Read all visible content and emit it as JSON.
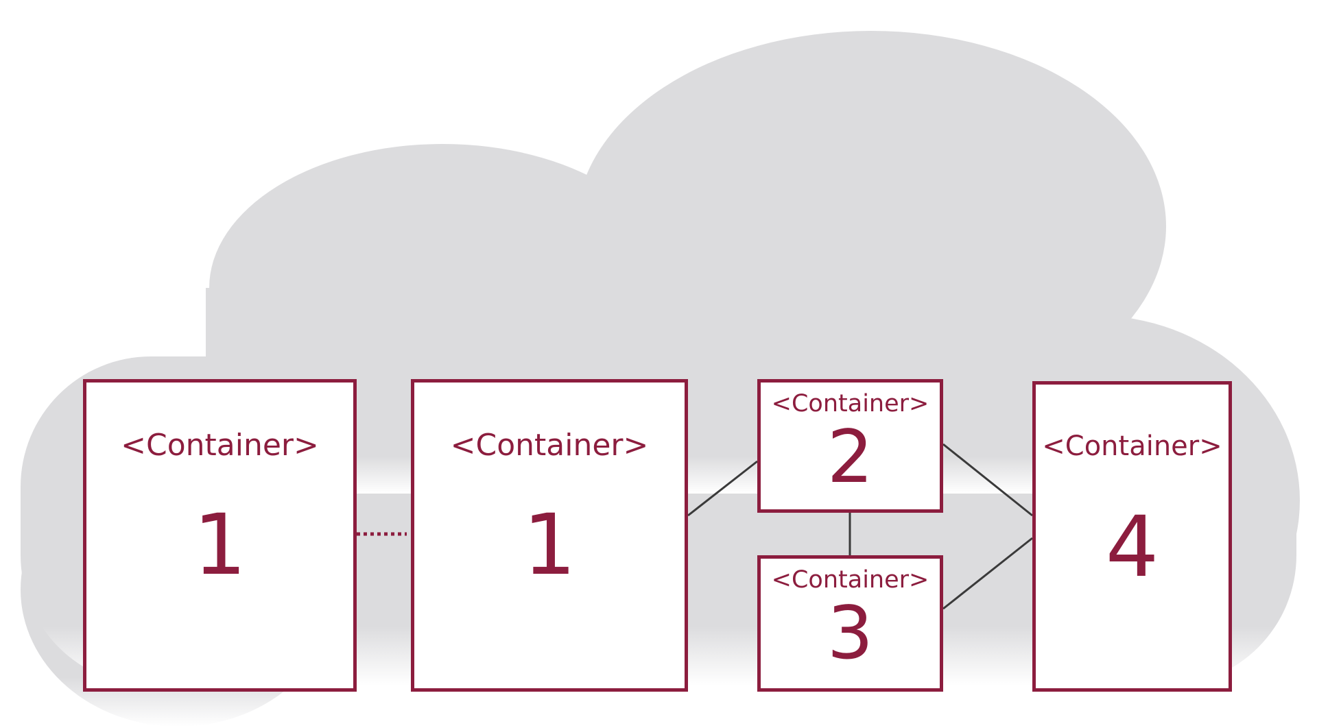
{
  "colors": {
    "accent": "#8c1d3e",
    "cloud": "#dcdcde",
    "line": "#3a3a3a"
  },
  "containers": [
    {
      "label": "<Container>",
      "number": "1"
    },
    {
      "label": "<Container>",
      "number": "1"
    },
    {
      "label": "<Container>",
      "number": "2"
    },
    {
      "label": "<Container>",
      "number": "3"
    },
    {
      "label": "<Container>",
      "number": "4"
    }
  ]
}
